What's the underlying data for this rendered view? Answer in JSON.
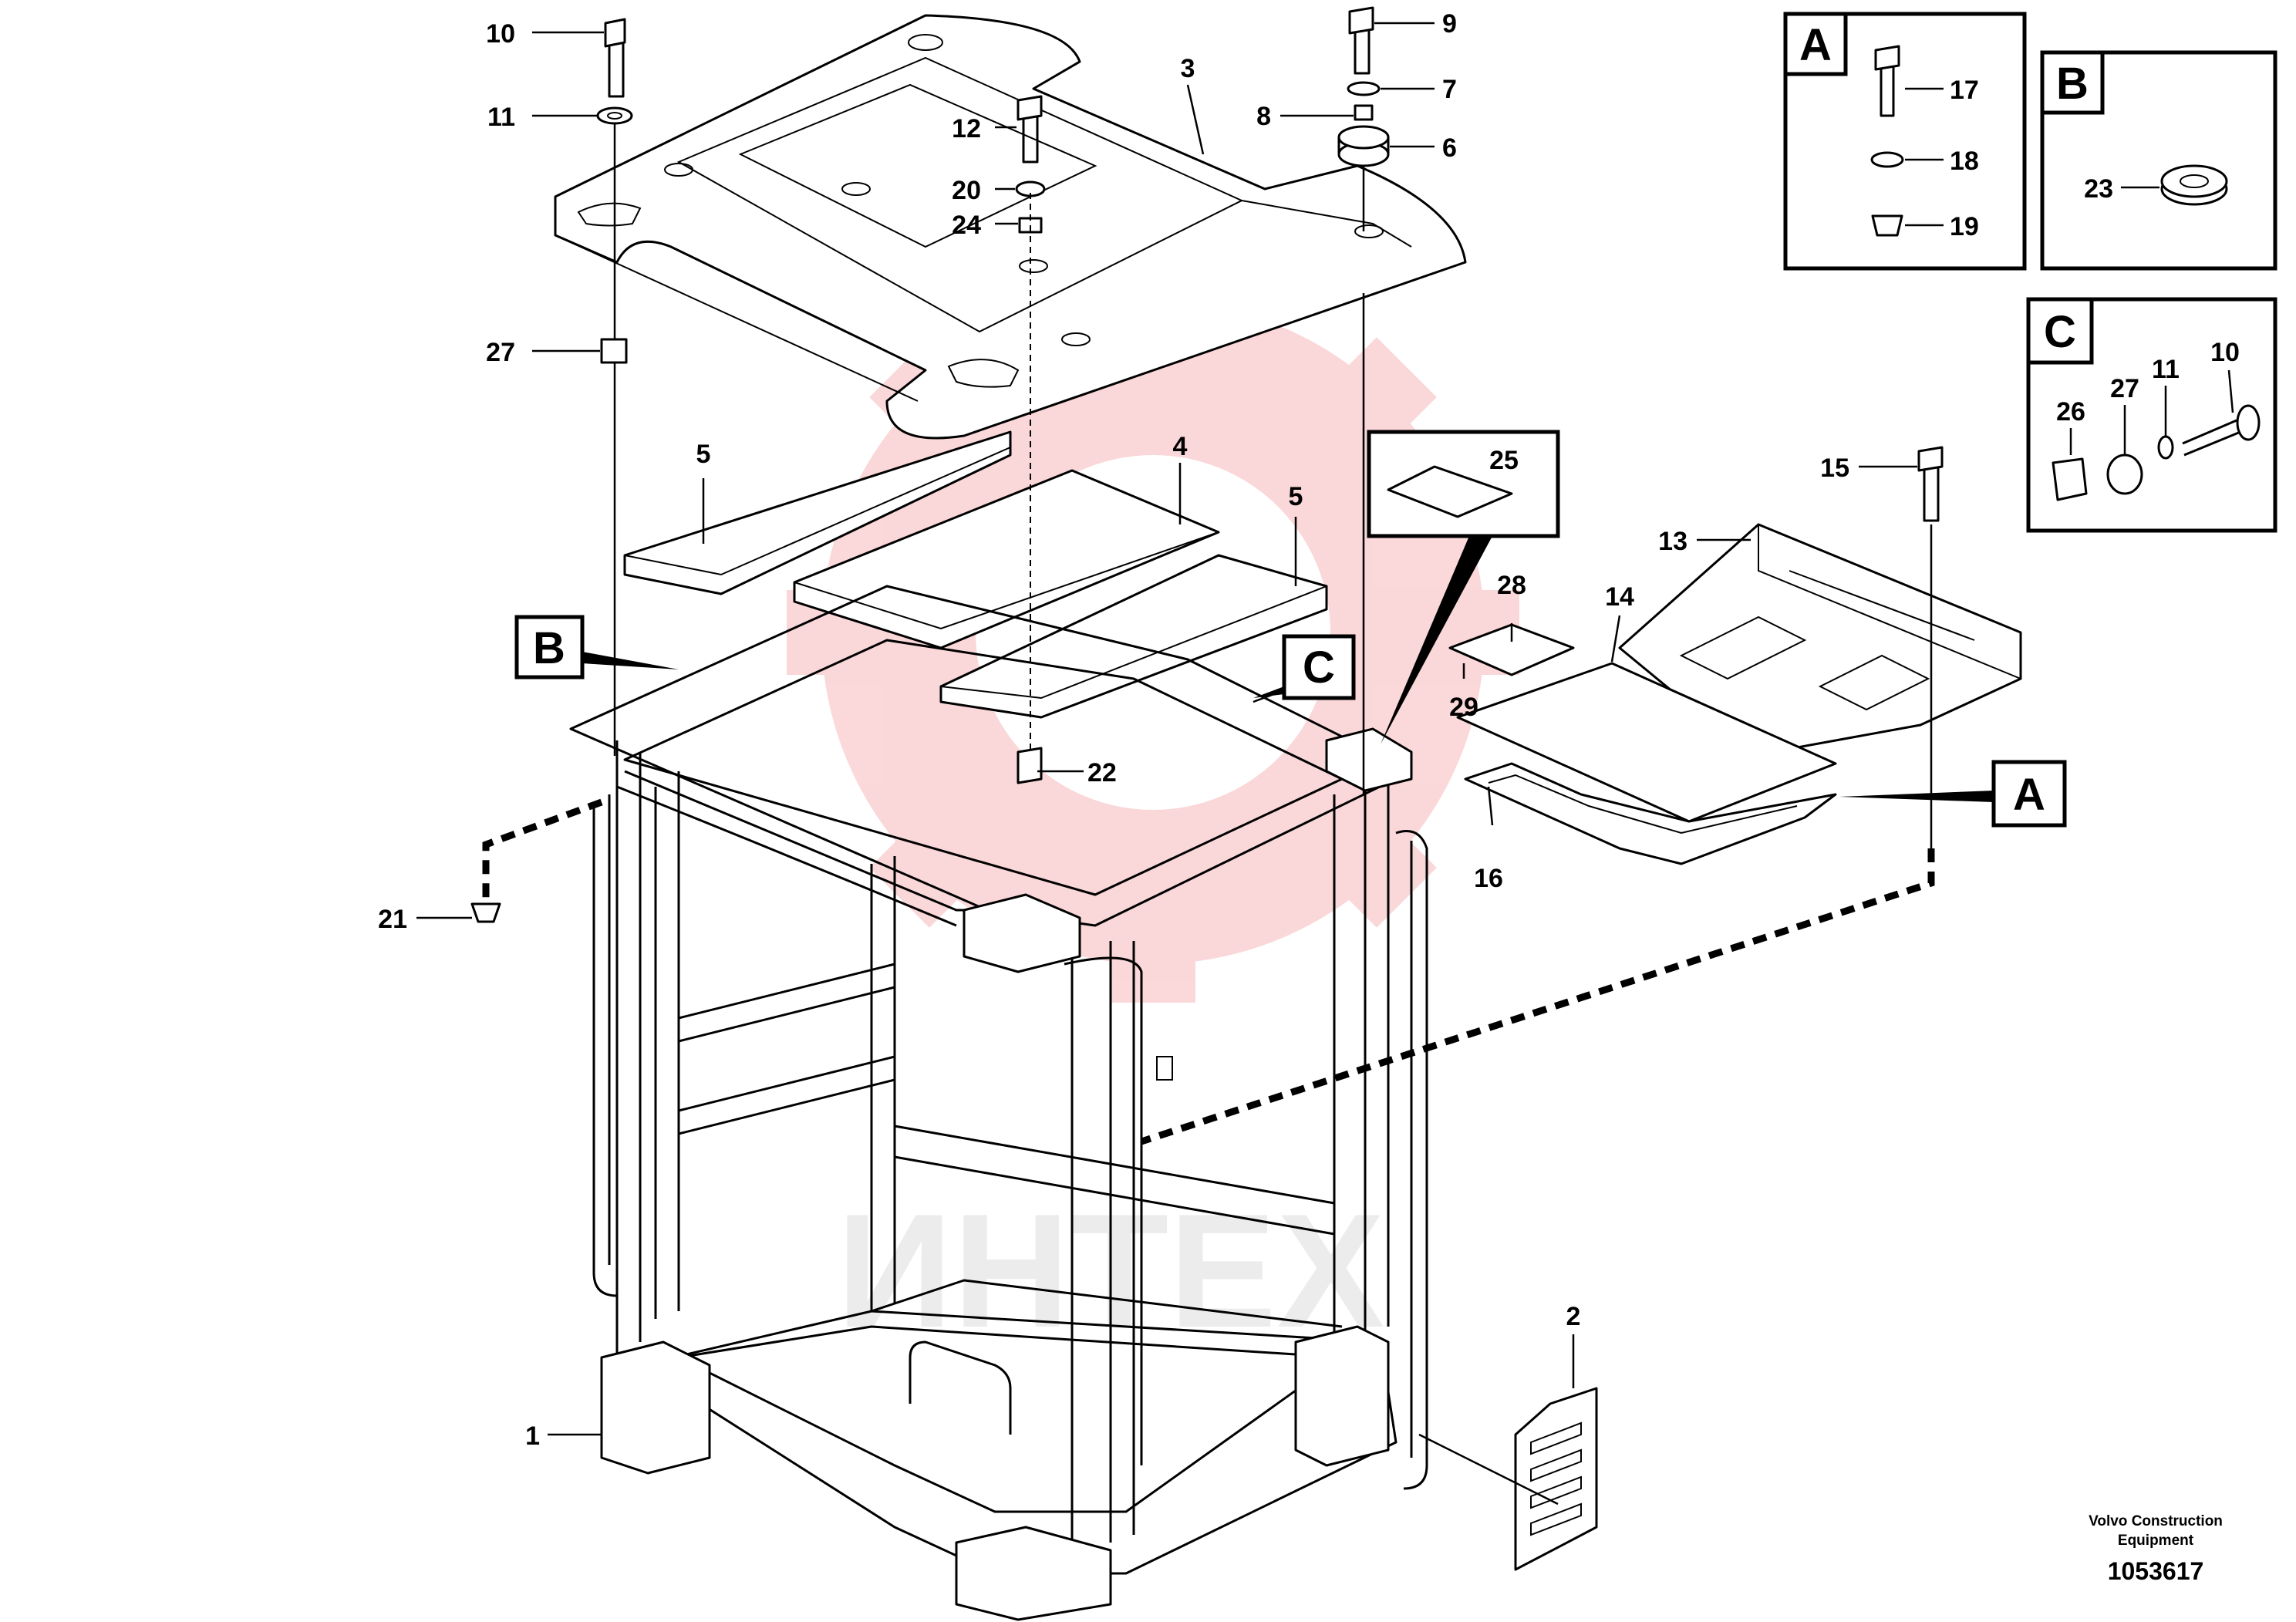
{
  "diagram": {
    "doc_number": "1053617",
    "manufacturer_line1": "Volvo Construction",
    "manufacturer_line2": "Equipment",
    "watermark_text": "ИНТЕХ",
    "callouts": {
      "c1": "1",
      "c2": "2",
      "c3": "3",
      "c4": "4",
      "c5a": "5",
      "c5b": "5",
      "c6": "6",
      "c7": "7",
      "c8": "8",
      "c9": "9",
      "c10": "10",
      "c11": "11",
      "c12": "12",
      "c13": "13",
      "c14": "14",
      "c15": "15",
      "c16": "16",
      "c20": "20",
      "c21": "21",
      "c22": "22",
      "c24": "24",
      "c25": "25",
      "c27": "27",
      "c28": "28",
      "c29": "29"
    },
    "detail_A": {
      "letter": "A",
      "items": [
        "17",
        "18",
        "19"
      ]
    },
    "detail_B": {
      "letter": "B",
      "items": [
        "23"
      ]
    },
    "detail_C": {
      "letter": "C",
      "items": [
        "26",
        "27",
        "11",
        "10"
      ]
    },
    "ref_labels": {
      "A": "A",
      "B": "B",
      "C": "C"
    }
  }
}
